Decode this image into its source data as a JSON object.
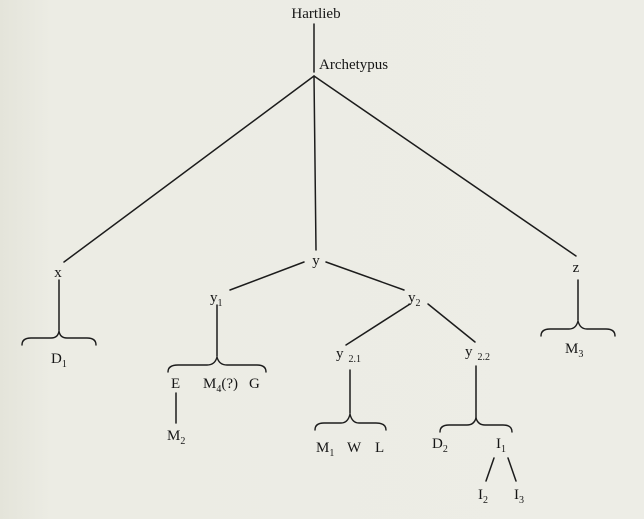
{
  "stemma": {
    "author": "Hartlieb",
    "archetype": "Archetypus",
    "branch_x": {
      "label": "x",
      "witness": {
        "base": "D",
        "sub": "1"
      }
    },
    "branch_y": {
      "label": "y",
      "y1": {
        "base": "y",
        "sub": "1",
        "witnesses": {
          "E": "E",
          "M4": {
            "base": "M",
            "sub": "4",
            "note": "(?)"
          },
          "G": "G"
        },
        "E_copy": {
          "base": "M",
          "sub": "2"
        }
      },
      "y2": {
        "base": "y",
        "sub": "2",
        "y21": {
          "base": "y",
          "sub": "2.1",
          "witnesses": {
            "M1": {
              "base": "M",
              "sub": "1"
            },
            "W": "W",
            "L": "L"
          }
        },
        "y22": {
          "base": "y",
          "sub": "2.2",
          "witnesses": {
            "D2": {
              "base": "D",
              "sub": "2"
            },
            "I1": {
              "base": "I",
              "sub": "1"
            }
          },
          "I1_copies": [
            {
              "base": "I",
              "sub": "2"
            },
            {
              "base": "I",
              "sub": "3"
            }
          ]
        }
      }
    },
    "branch_z": {
      "label": "z",
      "witness": {
        "base": "M",
        "sub": "3"
      }
    }
  }
}
